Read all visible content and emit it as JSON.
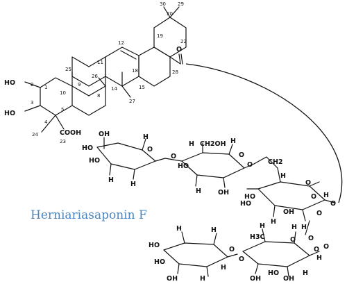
{
  "compound": {
    "name": "Herniariasaponin F",
    "name_color": "#4a86c0"
  },
  "aglycone": {
    "substituents": [
      "HO",
      "HO",
      "COOH",
      "O"
    ],
    "locants": [
      "30",
      "29",
      "19",
      "22",
      "20",
      "11",
      "12",
      "18",
      "28",
      "25",
      "1",
      "9",
      "26",
      "14",
      "15",
      "10",
      "8",
      "27",
      "5",
      "4",
      "24",
      "23",
      "3",
      "2"
    ]
  },
  "sugar_chain": {
    "atom_labels": [
      "HO",
      "HO",
      "OH",
      "O",
      "H",
      "H",
      "H",
      "O",
      "H",
      "H",
      "CH2OH",
      "O",
      "O",
      "H",
      "HO",
      "OH",
      "O",
      "O",
      "H",
      "H",
      "HO",
      "OH",
      "H",
      "CH2",
      "O",
      "O",
      "H",
      "HO",
      "O",
      "O",
      "H",
      "HO",
      "H",
      "HO",
      "OH",
      "H",
      "H",
      "O",
      "O",
      "H3C",
      "OH",
      "H",
      "H",
      "O",
      "O",
      "H",
      "HO",
      "OH",
      "H"
    ]
  }
}
